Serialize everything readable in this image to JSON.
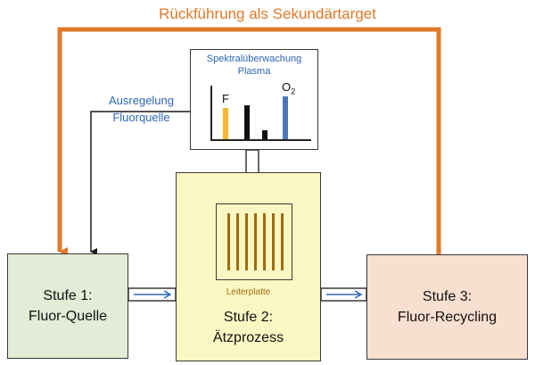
{
  "feedback_label": "Rückführung als Sekundärtarget",
  "control_label_line1": "Ausregelung",
  "control_label_line2": "Fluorquelle",
  "monitor": {
    "title_line1": "Spektralüberwachung",
    "title_line2": "Plasma",
    "peaks": [
      {
        "label": "F",
        "level": 0.72,
        "color": "#f5b82e"
      },
      {
        "label": "",
        "level": 0.8,
        "color": "#111111"
      },
      {
        "label": "",
        "level": 0.2,
        "color": "#111111"
      },
      {
        "label": "O",
        "label_sub": "2",
        "level": 1.0,
        "color": "#4a78b8"
      }
    ]
  },
  "stage1": {
    "line1": "Stufe 1:",
    "line2": "Fluor-Quelle"
  },
  "stage2": {
    "line1": "Stufe 2:",
    "line2": "Ätzprozess",
    "board_label": "Leiterplatte"
  },
  "stage3": {
    "line1": "Stufe 3:",
    "line2": "Fluor-Recycling"
  },
  "colors": {
    "feedback": "#e2792a",
    "control": "#1a1a1a",
    "flow_arrow": "#2e66b8",
    "stage1_fill": "#e3ecd7",
    "stage2_fill": "#fbf7c2",
    "stage3_fill": "#f9dfd0",
    "board_lines": "#a06a10"
  }
}
